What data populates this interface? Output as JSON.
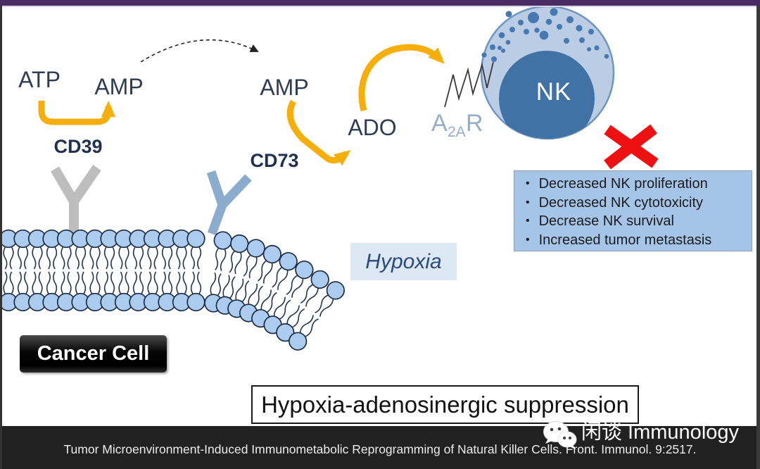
{
  "diagram": {
    "labels": {
      "atp": "ATP",
      "amp1": "AMP",
      "cd39": "CD39",
      "amp2": "AMP",
      "cd73": "CD73",
      "ado": "ADO",
      "a2ar": {
        "main": "A",
        "sub": "2A",
        "tail": "R"
      },
      "nk": "NK",
      "hypoxia": "Hypoxia",
      "cancer_cell": "Cancer Cell"
    },
    "effects": {
      "items": [
        "Decreased NK proliferation",
        "Decreased NK cytotoxicity",
        "Decrease NK survival",
        "Increased tumor metastasis"
      ]
    },
    "title": "Hypoxia-adenosinergic suppression"
  },
  "footer": {
    "citation": "Tumor Microenvironment-Induced Immunometabolic Reprogramming of Natural Killer Cells. Front. Immunol. 9:2517.",
    "brand": "闲谈 Immunology"
  },
  "colors": {
    "accent_yellow": "#F5AE0A",
    "top_bar_purple": "#4C2A63",
    "inhibition_red": "#EE1111",
    "cell_outer_blue": "#BACDE5",
    "nucleus_blue": "#4172A6",
    "membrane_blue": "#ABCBEF",
    "hypoxia_bg": "#DCE9F5",
    "effects_bg": "#A5C5E8"
  }
}
